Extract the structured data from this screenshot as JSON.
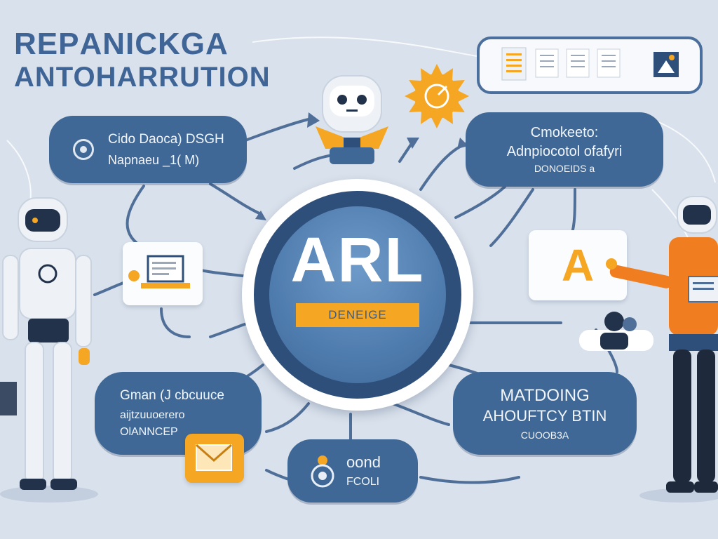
{
  "title": {
    "line1": "REΡANICKGA",
    "line2": "ANTOHARRUTION"
  },
  "hub": {
    "label": "ARL",
    "badge": "DENEIGE"
  },
  "nodes": {
    "top_left": {
      "line1": "Cido Daoca) DSGH",
      "line2": "Napnaeu _1( M)"
    },
    "top_right": {
      "line1": "Cmokeeto:",
      "line2": "Adnpiocotol ofafyri",
      "line3": "DONOEIDS a"
    },
    "bottom_left": {
      "line1": "Gman (J cbcuuce",
      "line2": "aijtzuuoerero",
      "line3": "OlANNCEP"
    },
    "bottom_right": {
      "line1": "MATDOING",
      "line2": "AHOUFTCY BTIN",
      "line3": "CUOOB3A"
    },
    "bottom_center": {
      "line1": "oond",
      "line2": "FCOLI"
    }
  },
  "cards": {
    "letter_card": "A"
  },
  "colors": {
    "background": "#d9e1ec",
    "primary_blue": "#3f6896",
    "dark_blue": "#2f4f7b",
    "accent_orange": "#f5a623",
    "card_white": "#fbfcfe"
  },
  "icons": [
    "gear-icon",
    "sun-icon",
    "document-icon",
    "laptop-icon",
    "envelope-icon",
    "chart-icon",
    "person-icon",
    "robot-icon",
    "target-icon"
  ]
}
